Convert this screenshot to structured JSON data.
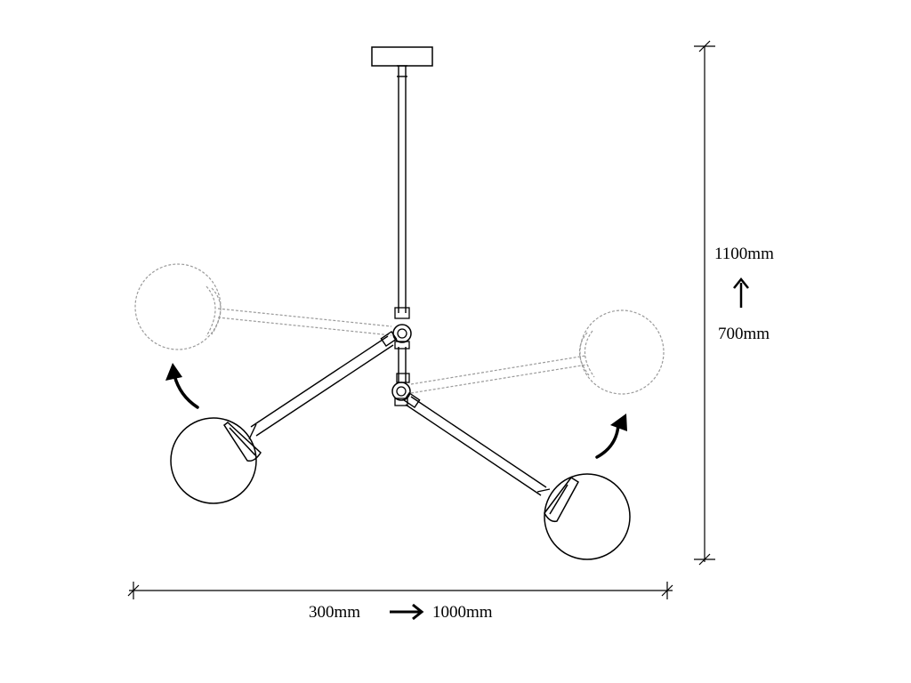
{
  "width_dimension": {
    "min": "300mm",
    "max": "1000mm"
  },
  "height_dimension": {
    "max": "1100mm",
    "min": "700mm"
  },
  "colors": {
    "line": "#000000",
    "ghost_line": "#9a9a9a"
  },
  "icons": {
    "rotate_left": "curved-arrow-icon",
    "rotate_right": "curved-arrow-icon",
    "width_arrow": "arrow-right-icon",
    "height_arrow": "arrow-up-icon"
  }
}
